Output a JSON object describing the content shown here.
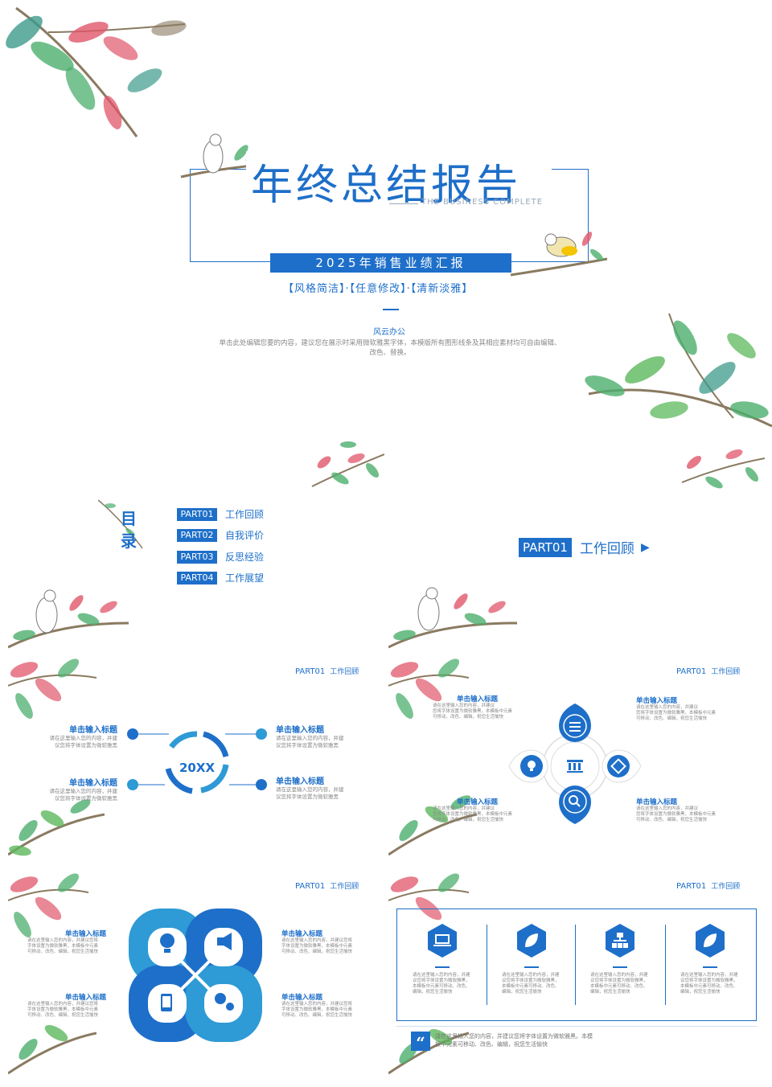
{
  "cover": {
    "title": "年终总结报告",
    "subtitle_en": "THE BUSINESS COMPLETE",
    "ribbon": "2025年销售业绩汇报",
    "tags": "【风格简洁】·【任意修改】·【清新淡雅】",
    "author": "风云办公",
    "desc_line1": "单击此处编辑您要的内容，建议您在展示时采用微软雅黑字体，本模版所有图形线条及其相应素材均可自由编辑、",
    "desc_line2": "改色、替换。"
  },
  "toc": {
    "heading_1": "目",
    "heading_2": "录",
    "items": [
      {
        "badge": "PART01",
        "label": "工作回顾"
      },
      {
        "badge": "PART02",
        "label": "自我评价"
      },
      {
        "badge": "PART03",
        "label": "反思经验"
      },
      {
        "badge": "PART04",
        "label": "工作展望"
      }
    ]
  },
  "section": {
    "badge": "PART01",
    "label": "工作回顾",
    "arrow": "▶"
  },
  "slide3": {
    "part": "PART01",
    "part_label": "工作回顾",
    "center": "20XX",
    "items": [
      {
        "title": "单击输入标题",
        "line1": "请在这里输入您的内容，并建",
        "line2": "议您将字体设置为微软雅黑"
      },
      {
        "title": "单击输入标题",
        "line1": "请在这里输入您的内容，并建",
        "line2": "议您将字体设置为微软雅黑"
      },
      {
        "title": "单击输入标题",
        "line1": "请在这里输入您的内容，并建",
        "line2": "议您将字体设置为微软雅黑"
      },
      {
        "title": "单击输入标题",
        "line1": "请在这里输入您的内容，并建",
        "line2": "议您将字体设置为微软雅黑"
      }
    ]
  },
  "slide4": {
    "part": "PART01",
    "part_label": "工作回顾",
    "items": [
      {
        "title": "单击输入标题",
        "line1": "请在这里输入您的内容，并建议",
        "line2": "您将字体设置为微软雅黑，本模板中元素",
        "line3": "可移动、改色、编辑，祝您生活愉快"
      },
      {
        "title": "单击输入标题",
        "line1": "请在这里输入您的内容，并建议",
        "line2": "您将字体设置为微软雅黑，本模板中元素",
        "line3": "可移动、改色、编辑，祝您生活愉快"
      },
      {
        "title": "单击输入标题",
        "line1": "请在这里输入您的内容，并建议",
        "line2": "您将字体设置为微软雅黑，本模板中元素",
        "line3": "可移动、改色、编辑，祝您生活愉快"
      },
      {
        "title": "单击输入标题",
        "line1": "请在这里输入您的内容，并建议",
        "line2": "您将字体设置为微软雅黑，本模板中元素",
        "line3": "可移动、改色、编辑，祝您生活愉快"
      }
    ]
  },
  "slide5": {
    "part": "PART01",
    "part_label": "工作回顾",
    "items": [
      {
        "title": "单击输入标题",
        "line1": "请在这里输入您的内容，并建议您将",
        "line2": "字体设置为微软雅黑，本模板中元素",
        "line3": "可移动、改色、编辑，祝您生活愉快"
      },
      {
        "title": "单击输入标题",
        "line1": "请在这里输入您的内容，并建议您将",
        "line2": "字体设置为微软雅黑，本模板中元素",
        "line3": "可移动、改色、编辑，祝您生活愉快"
      },
      {
        "title": "单击输入标题",
        "line1": "请在这里输入您的内容，并建议您将",
        "line2": "字体设置为微软雅黑，本模板中元素",
        "line3": "可移动、改色、编辑，祝您生活愉快"
      },
      {
        "title": "单击输入标题",
        "line1": "请在这里输入您的内容，并建议您将",
        "line2": "字体设置为微软雅黑，本模板中元素",
        "line3": "可移动、改色、编辑，祝您生活愉快"
      }
    ]
  },
  "slide6": {
    "part": "PART01",
    "part_label": "工作回顾",
    "columns": [
      {
        "line1": "请在这里输入您的内容，并建",
        "line2": "议您将字体设置为微软雅黑，",
        "line3": "本模板中元素可移动、改色、",
        "line4": "编辑，祝您生活愉快"
      },
      {
        "line1": "请在这里输入您的内容，并建",
        "line2": "议您将字体设置为微软雅黑，",
        "line3": "本模板中元素可移动、改色、",
        "line4": "编辑，祝您生活愉快"
      },
      {
        "line1": "请在这里输入您的内容，并建",
        "line2": "议您将字体设置为微软雅黑，",
        "line3": "本模板中元素可移动、改色、",
        "line4": "编辑，祝您生活愉快"
      },
      {
        "line1": "请在这里输入您的内容，并建",
        "line2": "议您将字体设置为微软雅黑，",
        "line3": "本模板中元素可移动、改色、",
        "line4": "编辑，祝您生活愉快"
      }
    ],
    "quote_line1": "请在这里输入您的内容，并建议您将字体设置为微软雅黑。本模",
    "quote_line2": "板中元素可移动、改色、编辑，祝您生活愉快"
  },
  "colors": {
    "accent": "#1e6fc9",
    "light_accent": "#2e9ad6",
    "leaf_green": "#4caf6e",
    "leaf_red": "#e0566a"
  }
}
